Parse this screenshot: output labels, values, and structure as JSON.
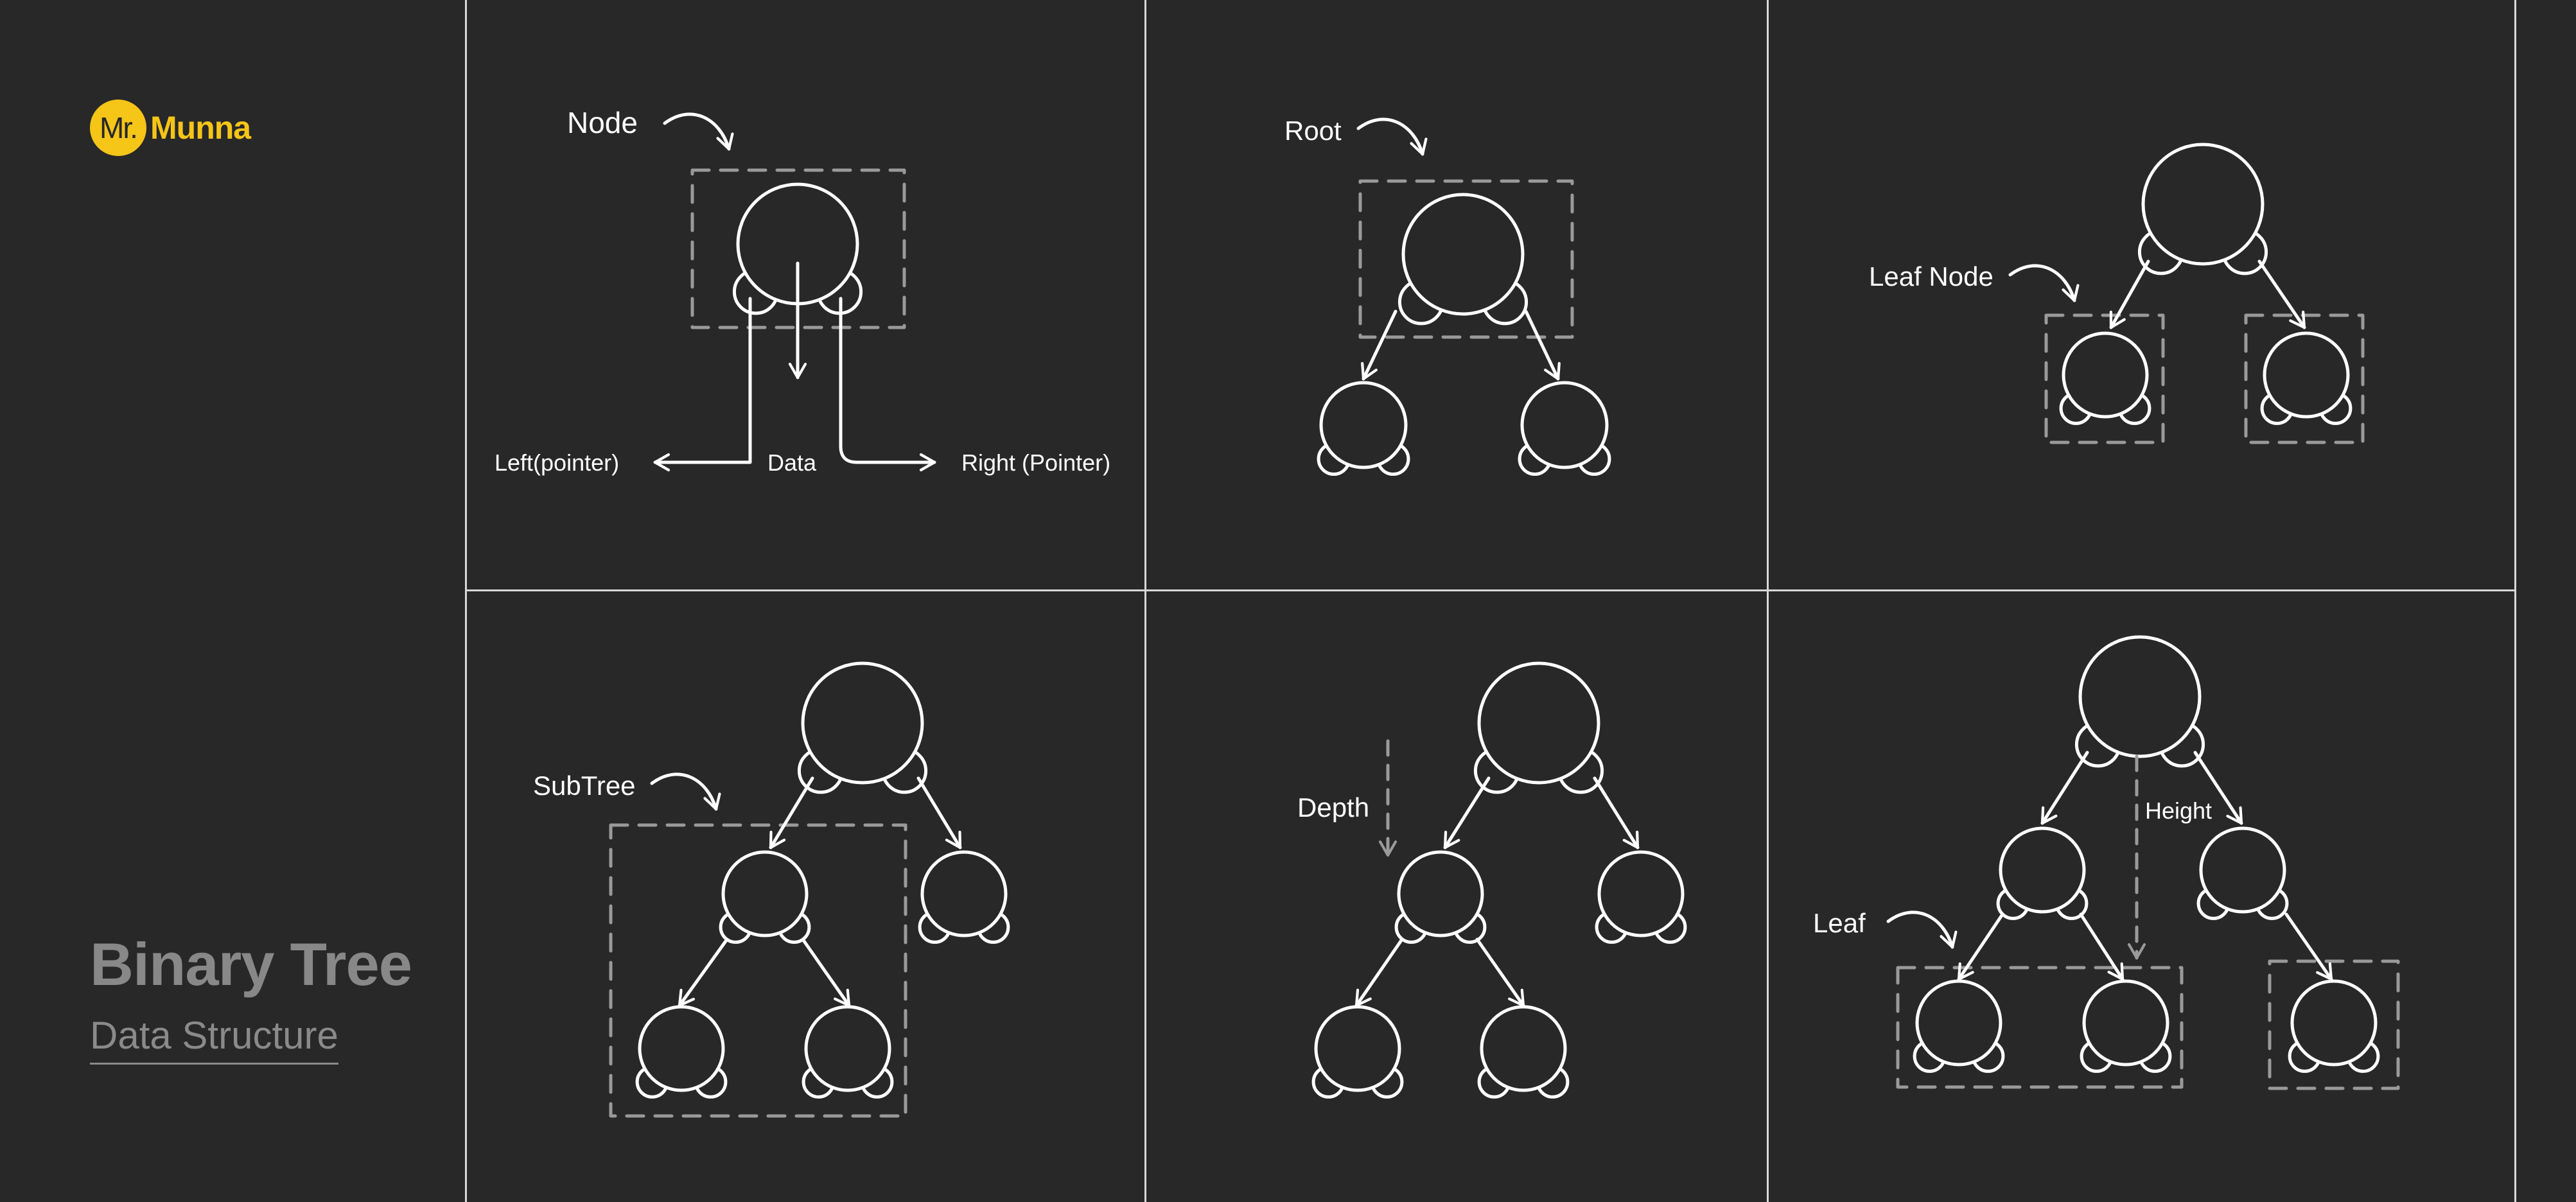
{
  "brand": {
    "badge_text": "Mr.",
    "name": "Munna",
    "accent_color": "#f5c518"
  },
  "title": "Binary Tree",
  "subtitle": "Data Structure",
  "colors": {
    "background": "#282828",
    "line": "#ffffff",
    "dashed": "#9a9a9a",
    "muted_text": "#888888"
  },
  "panels": {
    "node": {
      "label": "Node",
      "left_label": "Left(pointer)",
      "data_label": "Data",
      "right_label": "Right (Pointer)"
    },
    "root": {
      "label": "Root"
    },
    "leaf_node": {
      "label": "Leaf Node"
    },
    "subtree": {
      "label": "SubTree"
    },
    "depth": {
      "label": "Depth"
    },
    "height": {
      "label": "Height",
      "leaf_label": "Leaf"
    }
  }
}
